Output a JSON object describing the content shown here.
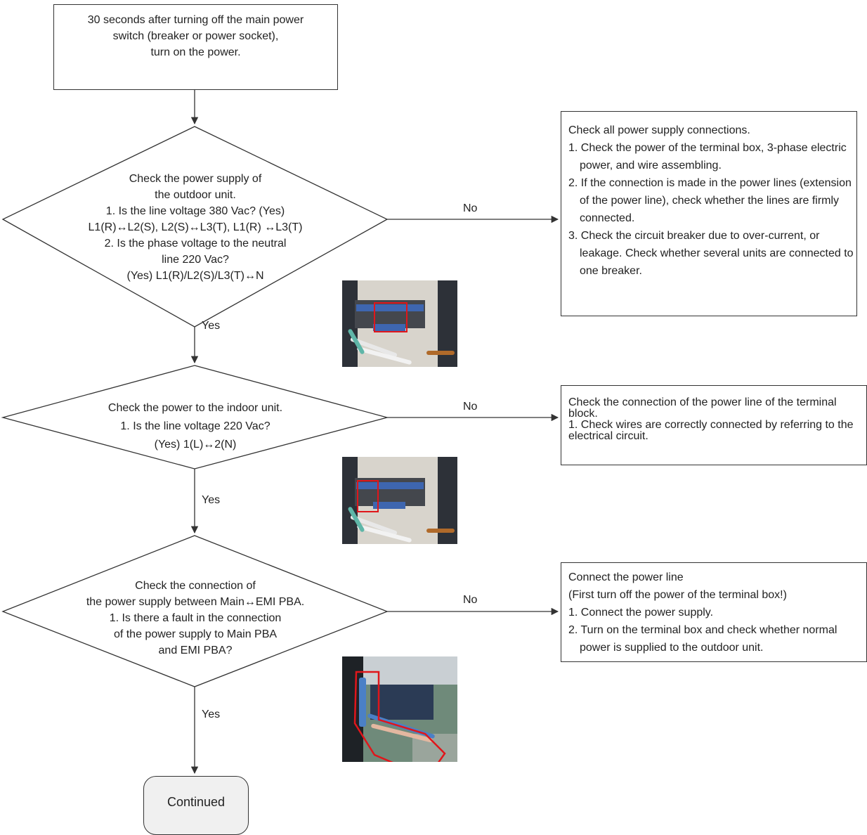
{
  "start": {
    "lines": [
      "30 seconds after turning off the main power",
      "switch (breaker or power socket),",
      "turn on the power."
    ]
  },
  "decision1": {
    "lines": [
      "Check the power supply of",
      "the outdoor unit.",
      "1. Is the line voltage 380 Vac? (Yes)",
      "L1(R)↔L2(S), L2(S)↔L3(T), L1(R) ↔L3(T)",
      "2. Is the phase voltage to the neutral",
      "line 220 Vac?",
      "(Yes) L1(R)/L2(S)/L3(T)↔N"
    ],
    "no_label": "No",
    "yes_label": "Yes"
  },
  "action1": {
    "heading": "Check all power supply connections.",
    "items": [
      "1. Check the power of the terminal box, 3-phase electric power, and wire assembling.",
      "2. If the connection is made in the power lines (extension of the power line), check whether the lines are firmly connected.",
      "3. Check the circuit breaker due to over-current, or leakage. Check whether several units are connected to one breaker."
    ]
  },
  "decision2": {
    "lines": [
      "Check the power to the indoor unit.",
      "1. Is the line voltage 220 Vac?",
      "(Yes) 1(L)↔2(N)"
    ],
    "no_label": "No",
    "yes_label": "Yes"
  },
  "action2": {
    "heading": "Check the connection of the power line of the terminal block.",
    "items": [
      "1. Check wires are correctly connected by referring to the electrical circuit."
    ]
  },
  "decision3": {
    "lines": [
      "Check the connection of",
      "the power supply between Main↔EMI PBA.",
      "1.  Is there a fault in the connection",
      "of the power supply to Main PBA",
      "and EMI PBA?"
    ],
    "no_label": "No",
    "yes_label": "Yes"
  },
  "action3": {
    "heading": "Connect the power line",
    "subheading": "(First turn off the power of the terminal box!)",
    "items": [
      "1. Connect the power supply.",
      "2. Turn on the terminal box and check whether normal power is supplied to the outdoor unit."
    ]
  },
  "end": {
    "label": "Continued"
  },
  "colors": {
    "line": "#333333",
    "highlight": "#e0161b",
    "terminal_blue": "#3e66b0"
  }
}
